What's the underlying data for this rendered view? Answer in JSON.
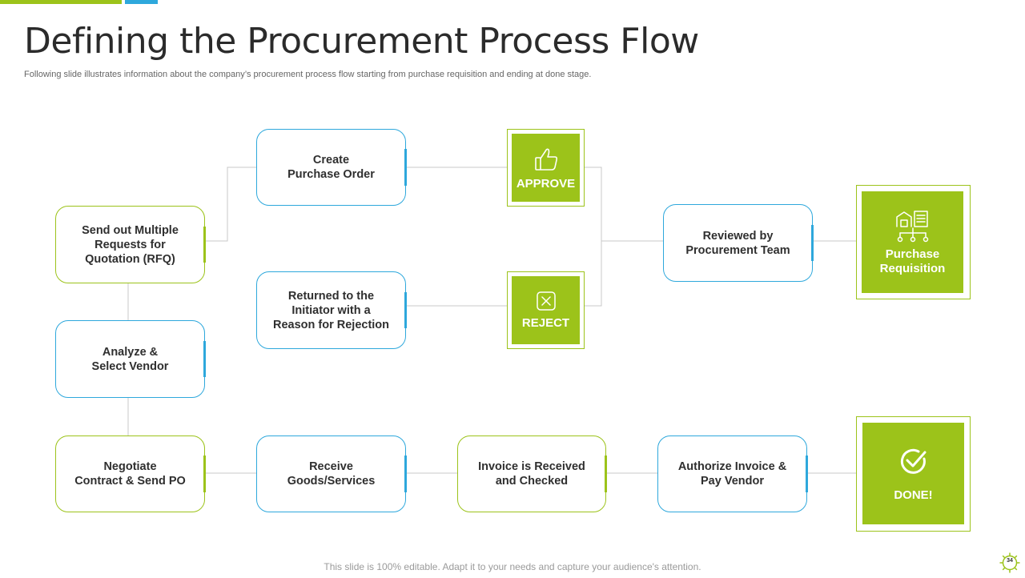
{
  "slide": {
    "title": "Defining the Procurement Process Flow",
    "subtitle": "Following slide illustrates information about the company’s procurement process flow starting from purchase requisition and ending at done stage.",
    "footer": "This slide is 100% editable. Adapt it to your needs and capture your audience's attention.",
    "page_number": "34"
  },
  "colors": {
    "green": "#9cc31a",
    "blue": "#2ea8dc",
    "connector": "#c8c8c8"
  },
  "steps": {
    "create_po": "Create\nPurchase Order",
    "send_rfq": "Send out Multiple\nRequests for\nQuotation (RFQ)",
    "returned": "Returned to the\nInitiator with a\nReason for Rejection",
    "analyze": "Analyze &\nSelect Vendor",
    "reviewed": "Reviewed by\nProcurement Team",
    "negotiate": "Negotiate\nContract & Send PO",
    "receive": "Receive\nGoods/Services",
    "invoice": "Invoice is Received\nand Checked",
    "authorize": "Authorize Invoice &\nPay Vendor"
  },
  "decisions": {
    "approve": {
      "label": "APPROVE",
      "icon": "thumbs-up-icon"
    },
    "reject": {
      "label": "REJECT",
      "icon": "reject-x-icon"
    }
  },
  "milestones": {
    "requisition": {
      "label": "Purchase\nRequisition",
      "icon": "warehouse-icon"
    },
    "done": {
      "label": "DONE!",
      "icon": "check-circle-icon"
    }
  }
}
